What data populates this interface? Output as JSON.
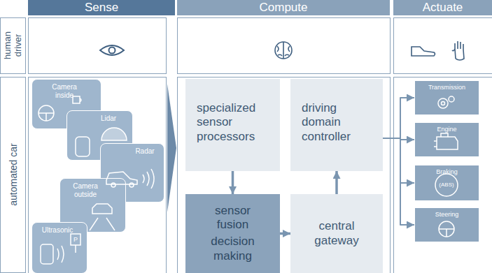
{
  "diagram": {
    "nodes": [
      {
        "text": [
          "Sense"
        ]
      },
      {
        "text": [
          "Compute"
        ]
      },
      {
        "text": [
          "Actuate"
        ]
      },
      {
        "text": [
          "Camera inside"
        ]
      },
      {
        "text": [
          "Lidar"
        ]
      },
      {
        "text": [
          "Radar"
        ]
      },
      {
        "text": [
          "Camera outside"
        ]
      },
      {
        "text": [
          "Ultrasonic"
        ]
      },
      {
        "text": [
          "specialized sensor processors"
        ]
      },
      {
        "text": [
          "driving domain controller"
        ]
      },
      {
        "text": [
          "sensor fusion",
          "decision making"
        ]
      },
      {
        "text": [
          "central gateway"
        ]
      },
      {
        "text": [
          "Transmission"
        ]
      },
      {
        "text": [
          "Engine"
        ]
      },
      {
        "text": [
          "Braking"
        ]
      },
      {
        "text": [
          "Steering"
        ]
      }
    ],
    "edges": [
      {
        "from": 8,
        "to": 10,
        "arrow": "to"
      },
      {
        "from": 10,
        "to": 11,
        "arrow": "to"
      },
      {
        "from": 11,
        "to": 9,
        "arrow": "to"
      },
      {
        "from": 9,
        "to": 12,
        "arrow": "to"
      },
      {
        "from": 9,
        "to": 13,
        "arrow": "to"
      },
      {
        "from": 9,
        "to": 14,
        "arrow": "to"
      },
      {
        "from": 9,
        "to": 15,
        "arrow": "to"
      }
    ],
    "labels": [
      "human driver",
      "automated car",
      "(ABS)",
      "P"
    ]
  }
}
